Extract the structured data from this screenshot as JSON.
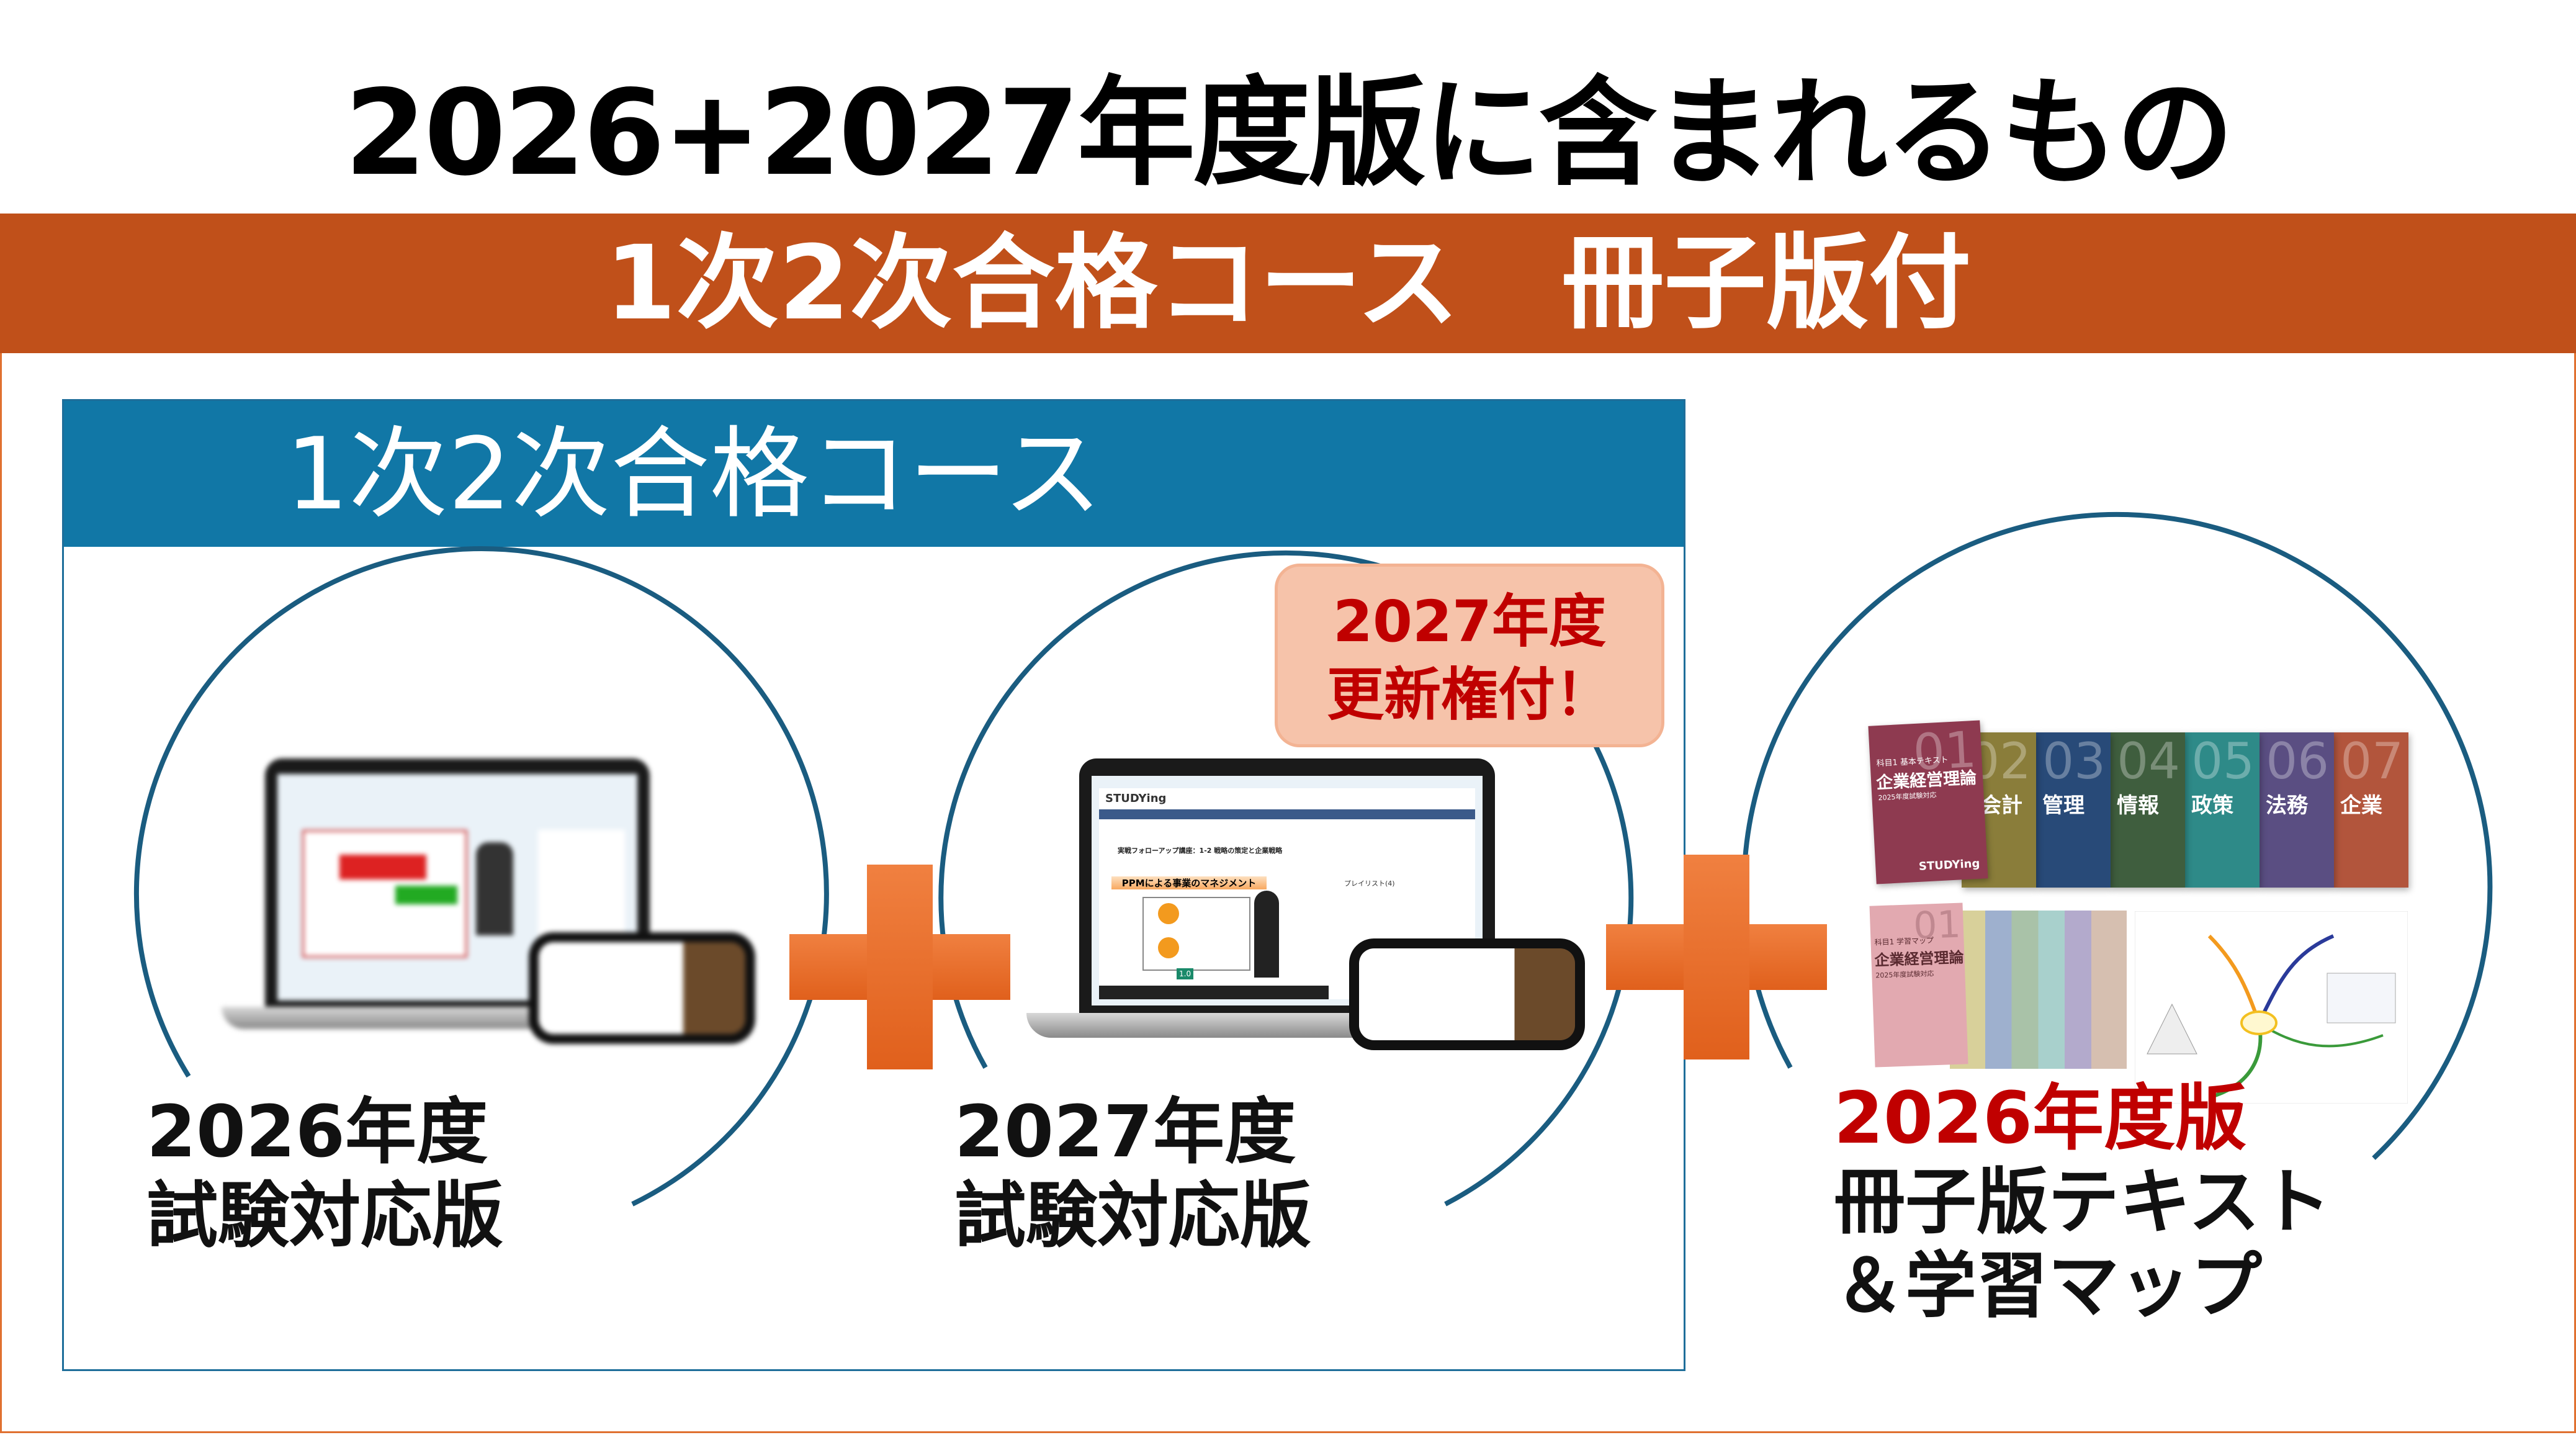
{
  "title": "2026+2027年度版に含まれるもの",
  "band_title": "1次2次合格コース　冊子版付",
  "course_box": {
    "title": "1次2次合格コース"
  },
  "badge": {
    "line1": "2027年度",
    "line2": "更新権付！"
  },
  "items": [
    {
      "line1": "2026年度",
      "line2": "試験対応版"
    },
    {
      "line1": "2027年度",
      "line2": "試験対応版"
    },
    {
      "line1": "2026年度版",
      "line2": "冊子版テキスト",
      "line3": "＆学習マップ"
    }
  ],
  "app_screen": {
    "logo": "STUDYing",
    "lecture_title": "実戦フォローアップ講座：1-2 戦略の策定と企業戦略",
    "slide_title": "PPMによる事業のマネジメント",
    "playlist": "プレイリスト(4)",
    "speed": "1.0"
  },
  "books": [
    {
      "num": "01",
      "title": "企業経営理論",
      "subtitle": "科目1 基本テキスト",
      "year": "2025年度試験対応",
      "color": "#8E3A50"
    },
    {
      "num": "02",
      "title": "会計",
      "color": "#8A7D3A"
    },
    {
      "num": "03",
      "title": "管理",
      "color": "#284A78"
    },
    {
      "num": "04",
      "title": "情報",
      "color": "#3F5E3E"
    },
    {
      "num": "05",
      "title": "政策",
      "color": "#2E8A88"
    },
    {
      "num": "06",
      "title": "法務",
      "color": "#5A4E82"
    },
    {
      "num": "07",
      "title": "企業",
      "color": "#B2553C"
    }
  ],
  "map_book": {
    "num": "01",
    "subtitle": "科目1 学習マップ",
    "title": "企業経営理論",
    "year": "2025年度試験対応"
  },
  "book_logo": "STUDYing",
  "colors": {
    "band": "#C0501A",
    "course_blue": "#1177A6",
    "plus": "#E86A2A",
    "badge": "#F6C3AA",
    "accent_red": "#C00000"
  }
}
